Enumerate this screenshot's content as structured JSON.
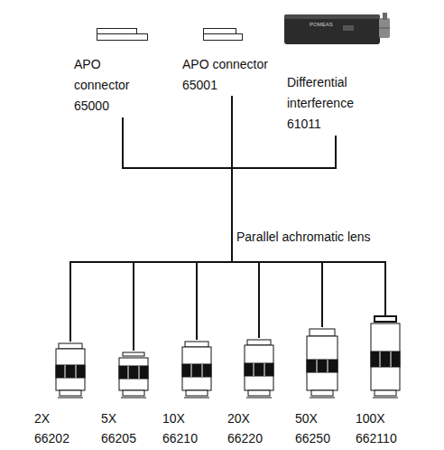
{
  "diagram": {
    "nodes": [
      {
        "text": [
          "APO connector",
          "65000"
        ]
      },
      {
        "text": [
          "APO connector",
          "65001"
        ]
      },
      {
        "text": [
          "Differential interference",
          "61011"
        ]
      },
      {
        "text": [
          "2X",
          "66202"
        ]
      },
      {
        "text": [
          "5X",
          "66205"
        ]
      },
      {
        "text": [
          "10X",
          "66210"
        ]
      },
      {
        "text": [
          "20X",
          "66220"
        ]
      },
      {
        "text": [
          "50X",
          "66250"
        ]
      },
      {
        "text": [
          "100X",
          "662110"
        ]
      }
    ],
    "edges": [
      {
        "from": 0,
        "to": 3,
        "arrow": "none"
      },
      {
        "from": 0,
        "to": 4,
        "arrow": "none"
      },
      {
        "from": 0,
        "to": 5,
        "arrow": "none"
      },
      {
        "from": 0,
        "to": 6,
        "arrow": "none"
      },
      {
        "from": 0,
        "to": 7,
        "arrow": "none"
      },
      {
        "from": 0,
        "to": 8,
        "arrow": "none"
      },
      {
        "from": 1,
        "to": 3,
        "arrow": "none"
      },
      {
        "from": 1,
        "to": 4,
        "arrow": "none"
      },
      {
        "from": 1,
        "to": 5,
        "arrow": "none"
      },
      {
        "from": 1,
        "to": 6,
        "arrow": "none"
      },
      {
        "from": 1,
        "to": 7,
        "arrow": "none"
      },
      {
        "from": 1,
        "to": 8,
        "arrow": "none"
      },
      {
        "from": 2,
        "to": 3,
        "arrow": "none"
      },
      {
        "from": 2,
        "to": 4,
        "arrow": "none"
      },
      {
        "from": 2,
        "to": 5,
        "arrow": "none"
      },
      {
        "from": 2,
        "to": 6,
        "arrow": "none"
      },
      {
        "from": 2,
        "to": 7,
        "arrow": "none"
      },
      {
        "from": 2,
        "to": 8,
        "arrow": "none"
      }
    ],
    "labels": [
      "Parallel achromatic lens",
      "POMEAS"
    ]
  }
}
